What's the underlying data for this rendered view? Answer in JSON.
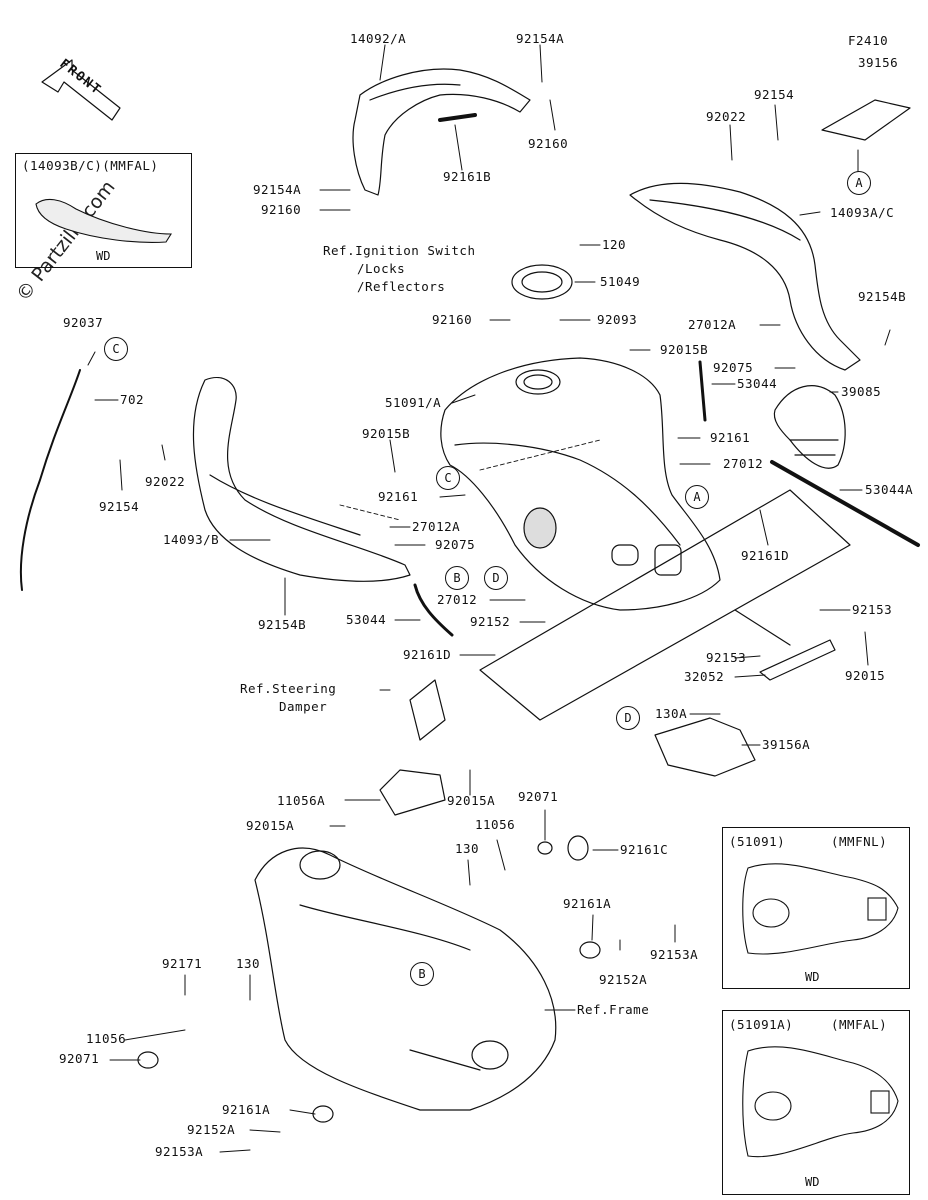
{
  "diagram_code": "F2410",
  "watermark": "© Partzilla.com",
  "front_label": "FRONT",
  "callouts": [
    "A",
    "A",
    "B",
    "B",
    "C",
    "C",
    "D",
    "D"
  ],
  "parts": [
    {
      "id": "p14092A",
      "text": "14092/A"
    },
    {
      "id": "p92154A_top",
      "text": "92154A"
    },
    {
      "id": "p92160_top",
      "text": "92160"
    },
    {
      "id": "p92161B",
      "text": "92161B"
    },
    {
      "id": "p92154A_left",
      "text": "92154A"
    },
    {
      "id": "p92160_left",
      "text": "92160"
    },
    {
      "id": "p39156",
      "text": "39156"
    },
    {
      "id": "p92154",
      "text": "92154"
    },
    {
      "id": "p92022_top",
      "text": "92022"
    },
    {
      "id": "p14093AC",
      "text": "14093A/C"
    },
    {
      "id": "p120",
      "text": "120"
    },
    {
      "id": "p51049",
      "text": "51049"
    },
    {
      "id": "p92160_mid",
      "text": "92160"
    },
    {
      "id": "p92093",
      "text": "92093"
    },
    {
      "id": "p92037",
      "text": "92037"
    },
    {
      "id": "p702",
      "text": "702"
    },
    {
      "id": "p92154B_right",
      "text": "92154B"
    },
    {
      "id": "p27012A_right",
      "text": "27012A"
    },
    {
      "id": "p92015B_top",
      "text": "92015B"
    },
    {
      "id": "p92075_right",
      "text": "92075"
    },
    {
      "id": "p53044_right",
      "text": "53044"
    },
    {
      "id": "p39085",
      "text": "39085"
    },
    {
      "id": "p51091A",
      "text": "51091/A"
    },
    {
      "id": "p92015B_left",
      "text": "92015B"
    },
    {
      "id": "p92161_right",
      "text": "92161"
    },
    {
      "id": "p27012_right",
      "text": "27012"
    },
    {
      "id": "p92022_left",
      "text": "92022"
    },
    {
      "id": "p92154_left",
      "text": "92154"
    },
    {
      "id": "p92161_mid",
      "text": "92161"
    },
    {
      "id": "p53044A",
      "text": "53044A"
    },
    {
      "id": "p27012A_left",
      "text": "27012A"
    },
    {
      "id": "p14093B",
      "text": "14093/B"
    },
    {
      "id": "p92075_left",
      "text": "92075"
    },
    {
      "id": "p92161D_right",
      "text": "92161D"
    },
    {
      "id": "p27012_bot",
      "text": "27012"
    },
    {
      "id": "p92154B_left",
      "text": "92154B"
    },
    {
      "id": "p53044_left",
      "text": "53044"
    },
    {
      "id": "p92152",
      "text": "92152"
    },
    {
      "id": "p92153_right",
      "text": "92153"
    },
    {
      "id": "p92161D_left",
      "text": "92161D"
    },
    {
      "id": "p92153_mid",
      "text": "92153"
    },
    {
      "id": "p92015_right",
      "text": "92015"
    },
    {
      "id": "p32052",
      "text": "32052"
    },
    {
      "id": "p130A",
      "text": "130A"
    },
    {
      "id": "p39156A",
      "text": "39156A"
    },
    {
      "id": "p11056A",
      "text": "11056A"
    },
    {
      "id": "p92015A_right",
      "text": "92015A"
    },
    {
      "id": "p92015A_left",
      "text": "92015A"
    },
    {
      "id": "p92071_top",
      "text": "92071"
    },
    {
      "id": "p11056_top",
      "text": "11056"
    },
    {
      "id": "p130_top",
      "text": "130"
    },
    {
      "id": "p92161C",
      "text": "92161C"
    },
    {
      "id": "p92161A_right",
      "text": "92161A"
    },
    {
      "id": "p92153A_right",
      "text": "92153A"
    },
    {
      "id": "p92152A_right",
      "text": "92152A"
    },
    {
      "id": "p92171",
      "text": "92171"
    },
    {
      "id": "p130_left",
      "text": "130"
    },
    {
      "id": "p11056_left",
      "text": "11056"
    },
    {
      "id": "p92071_left",
      "text": "92071"
    },
    {
      "id": "p92161A_left",
      "text": "92161A"
    },
    {
      "id": "p92152A_left",
      "text": "92152A"
    },
    {
      "id": "p92153A_left",
      "text": "92153A"
    }
  ],
  "references": {
    "ignition_1": "Ref.Ignition Switch",
    "ignition_2": "/Locks",
    "ignition_3": "/Reflectors",
    "steering_1": "Ref.Steering",
    "steering_2": "Damper",
    "frame": "Ref.Frame"
  },
  "insets": {
    "top_left": {
      "title": "(14093B/C)(MMFAL)",
      "foot": "WD"
    },
    "mid_right": {
      "title_left": "(51091)",
      "title_right": "(MMFNL)",
      "foot": "WD"
    },
    "bot_right": {
      "title_left": "(51091A)",
      "title_right": "(MMFAL)",
      "foot": "WD"
    }
  }
}
